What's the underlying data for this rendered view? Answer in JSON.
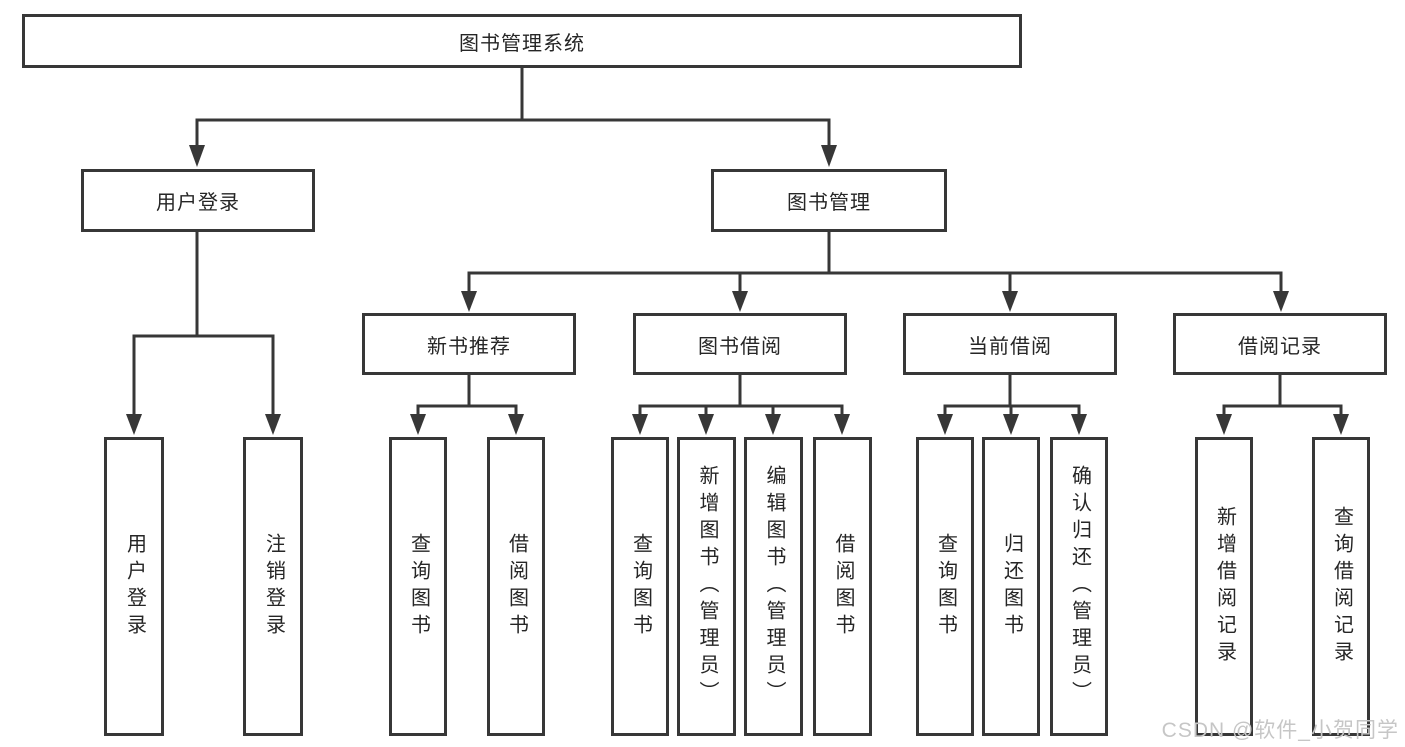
{
  "diagram": {
    "watermark": "CSDN @软件_小贺同学",
    "colors": {
      "line": "#373737",
      "text": "#262626",
      "watermark": "#c6c6c6",
      "background": "#ffffff"
    },
    "nodes": {
      "root": {
        "label": "图书管理系统"
      },
      "user_login": {
        "label": "用户登录"
      },
      "book_mgmt": {
        "label": "图书管理"
      },
      "new_book_rec": {
        "label": "新书推荐"
      },
      "book_borrow": {
        "label": "图书借阅"
      },
      "current_borrow": {
        "label": "当前借阅"
      },
      "borrow_records": {
        "label": "借阅记录"
      }
    },
    "leaves": {
      "login": {
        "label": "用户登录"
      },
      "logout": {
        "label": "注销登录"
      },
      "rec_query_book": {
        "label": "查询图书"
      },
      "rec_borrow_book": {
        "label": "借阅图书"
      },
      "bb_query_book": {
        "label": "查询图书"
      },
      "bb_add_book": {
        "label": "新增图书（管理员）"
      },
      "bb_edit_book": {
        "label": "编辑图书（管理员）"
      },
      "bb_borrow_book": {
        "label": "借阅图书"
      },
      "cb_query_book": {
        "label": "查询图书"
      },
      "cb_return_book": {
        "label": "归还图书"
      },
      "cb_confirm_return": {
        "label": "确认归还（管理员）"
      },
      "br_add_record": {
        "label": "新增借阅记录"
      },
      "br_query_record": {
        "label": "查询借阅记录"
      }
    }
  }
}
